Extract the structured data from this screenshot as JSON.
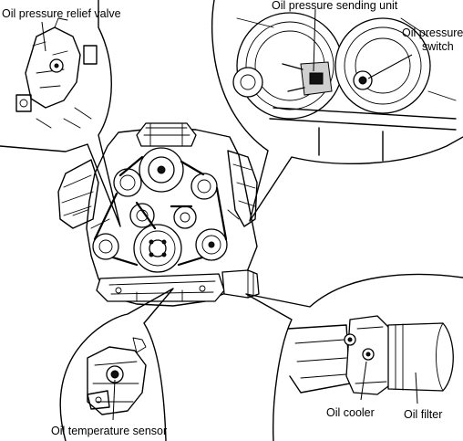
{
  "labels": {
    "relief_valve": "Oil pressure relief valve",
    "sending_unit": "Oil pressure sending unit",
    "pressure_switch_line1": "Oil pressure",
    "pressure_switch_line2": "switch",
    "temp_sensor": "Oil temperature sensor",
    "oil_cooler": "Oil cooler",
    "oil_filter": "Oil filter"
  },
  "icons": [
    "engine-drawing",
    "detail-callout-bubble",
    "leader-line"
  ]
}
